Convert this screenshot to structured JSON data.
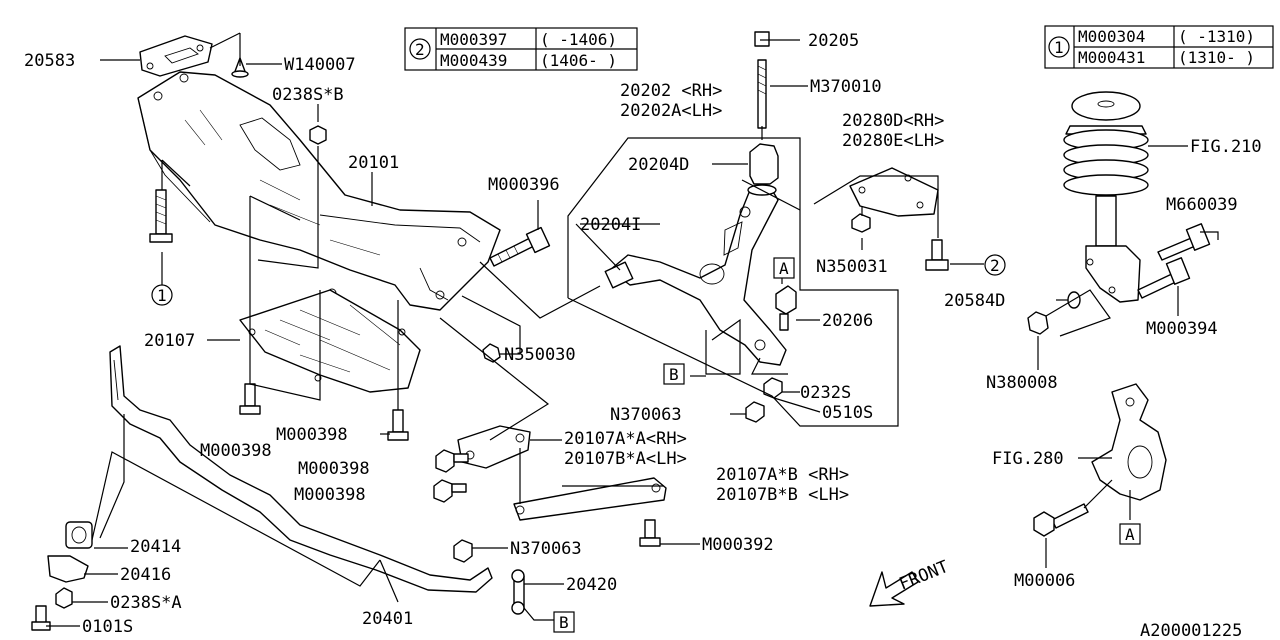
{
  "diagram_id": "A200001225",
  "front_label": "FRONT",
  "tables": [
    {
      "ref": "2",
      "rows": [
        {
          "code": "M000397",
          "range": "( -1406)"
        },
        {
          "code": "M000439",
          "range": "(1406- )"
        }
      ]
    },
    {
      "ref": "1",
      "rows": [
        {
          "code": "M000304",
          "range": "( -1310)"
        },
        {
          "code": "M000431",
          "range": "(1310- )"
        }
      ]
    }
  ],
  "callouts": {
    "ref1": "1",
    "ref2": "2",
    "boxA1": "A",
    "boxB1": "B",
    "boxA2": "A",
    "boxB2": "B"
  },
  "parts": {
    "p20583": "20583",
    "pW140007": "W140007",
    "p0238SB": "0238S*B",
    "p20101": "20101",
    "pM000396": "M000396",
    "p20202": "20202 <RH>",
    "p20202A": "20202A<LH>",
    "p20205": "20205",
    "pM370010": "M370010",
    "p20204D": "20204D",
    "p20204I": "20204I",
    "p20280D": "20280D<RH>",
    "p20280E": "20280E<LH>",
    "pN350031": "N350031",
    "pFIG210": "FIG.210",
    "pM660039": "M660039",
    "p20584D": "20584D",
    "pM000394": "M000394",
    "pN380008": "N380008",
    "p20206": "20206",
    "p0232S": "0232S",
    "p0510S": "0510S",
    "pN370063a": "N370063",
    "pN350030": "N350030",
    "p20107": "20107",
    "pM000398a": "M000398",
    "pM000398b": "M000398",
    "pM000398c": "M000398",
    "pM000398d": "M000398",
    "p20107AA": "20107A*A<RH>",
    "p20107BA": "20107B*A<LH>",
    "p20107AB": "20107A*B <RH>",
    "p20107BB": "20107B*B <LH>",
    "pM000392": "M000392",
    "pN370063b": "N370063",
    "p20420": "20420",
    "p20414": "20414",
    "p20416": "20416",
    "p0238SA": "0238S*A",
    "p0101S": "0101S",
    "p20401": "20401",
    "pFIG280": "FIG.280",
    "pM00006": "M00006"
  }
}
